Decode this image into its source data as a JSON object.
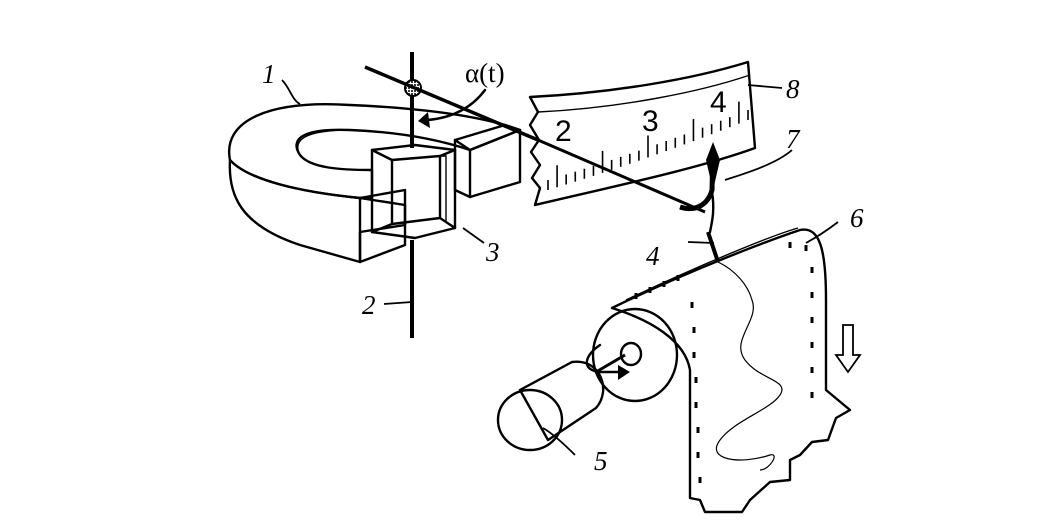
{
  "diagram": {
    "angle_label": "α(t)",
    "callouts": {
      "magnet": "1",
      "axis": "2",
      "coil": "3",
      "pen": "4",
      "motor": "5",
      "tape": "6",
      "pointer": "7",
      "scale": "8"
    },
    "scale_ticks": [
      "2",
      "3",
      "4"
    ]
  }
}
